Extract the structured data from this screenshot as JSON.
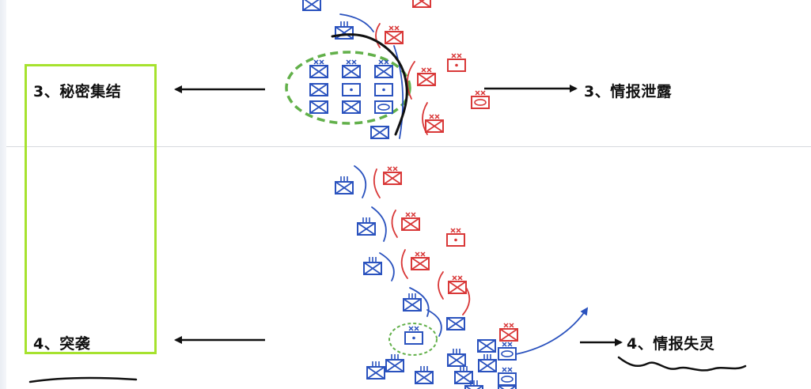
{
  "labels": {
    "secret_assembly": "3、秘密集结",
    "surprise_attack": "4、突袭",
    "intel_leak": "3、情报泄露",
    "intel_failure": "4、情报失灵"
  },
  "colors": {
    "blue_force": "#2a52be",
    "red_force": "#d93838",
    "highlight_green": "#a6e22e",
    "dashed_green": "#62b04a",
    "ink": "#111111"
  }
}
